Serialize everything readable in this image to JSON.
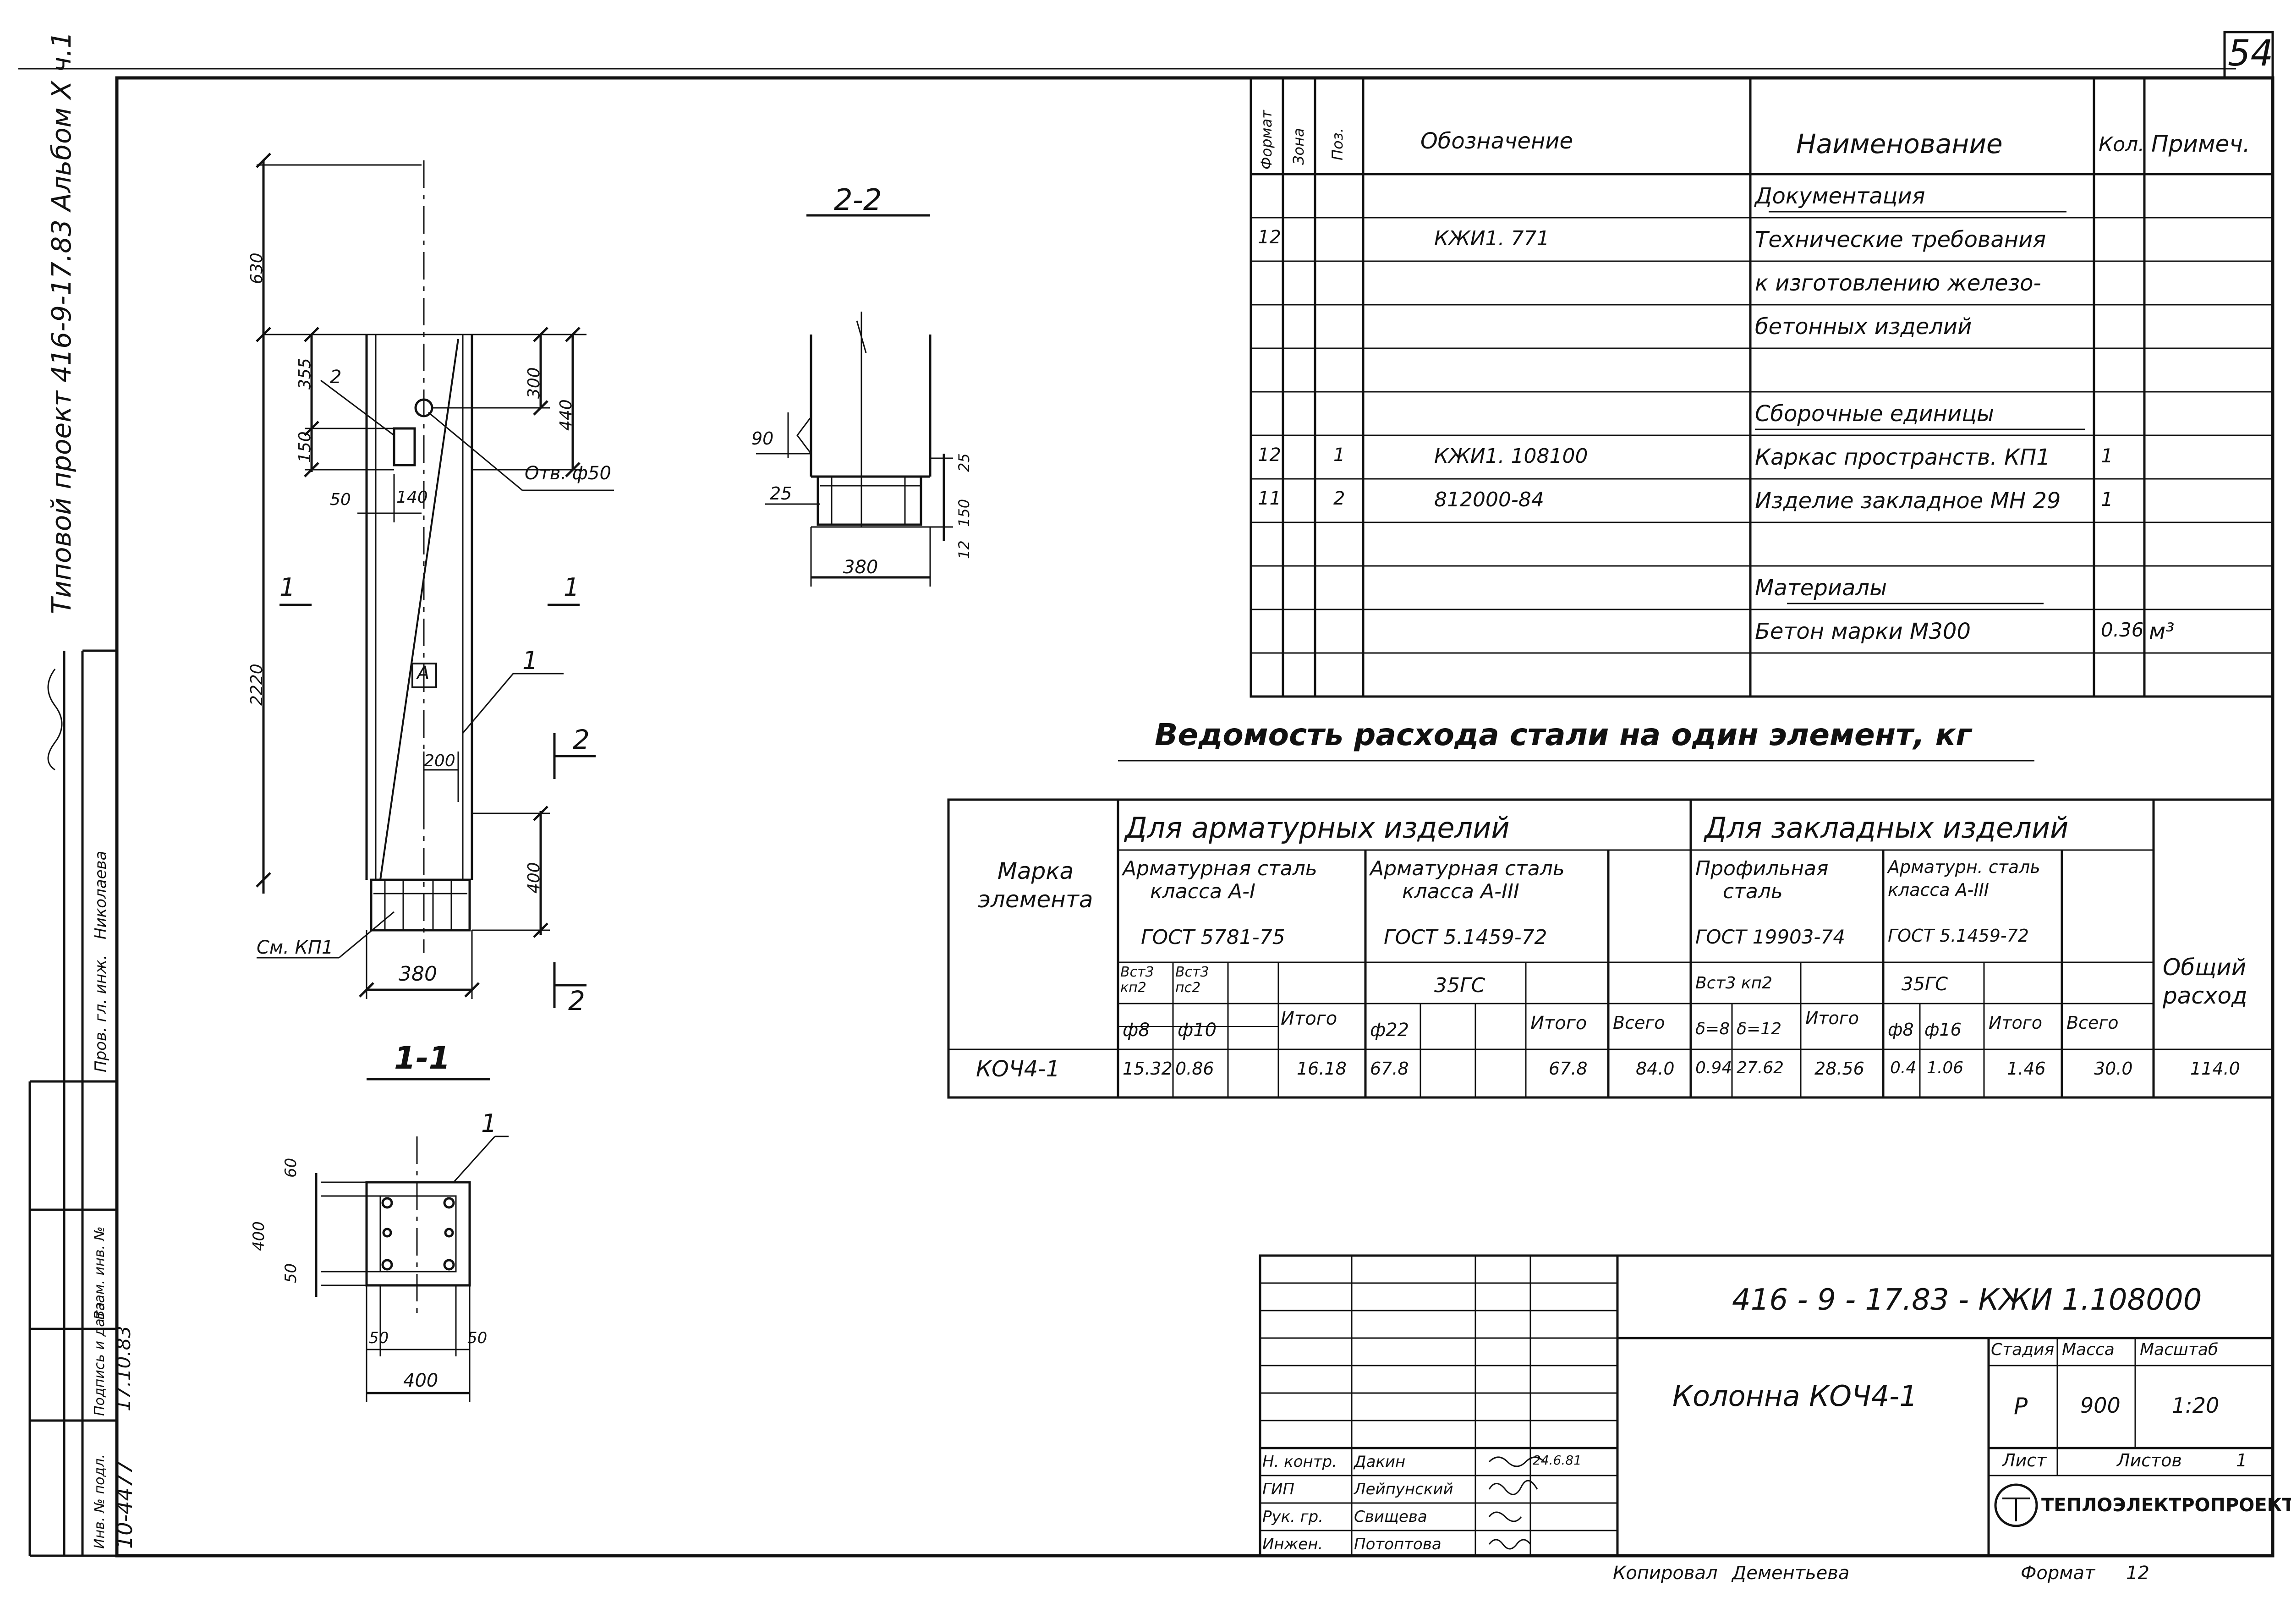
{
  "sheet_number": "54",
  "left_margin": {
    "project_label": "Типовой проект 416-9-17.83 Альбом Х ч.1",
    "checker_role": "Пров. гл. инж.",
    "checker_name": "Николаева",
    "stamp_labels": [
      "Инв. № подл.",
      "Подпись и дата",
      "Взам. инв. №"
    ],
    "inv_number": "10-4477",
    "sign_date": "17.10.83"
  },
  "drawing": {
    "section_22_title": "2-2",
    "section_11_title": "1-1",
    "view_dims": [
      "630",
      "355",
      "150",
      "50",
      "140",
      "300",
      "440",
      "2220",
      "200",
      "400",
      "380"
    ],
    "hole_label": "Отв. ф50",
    "pos_labels": [
      "2",
      "1",
      "1"
    ],
    "section_marks": [
      "1",
      "1",
      "2",
      "2"
    ],
    "node_label": "А",
    "kp_label": "См. КП1",
    "s22_dims": [
      "90",
      "25",
      "25",
      "150",
      "12",
      "380"
    ],
    "s11_dims": [
      "60",
      "400",
      "50",
      "50",
      "50",
      "400"
    ]
  },
  "spec": {
    "headers": [
      "Формат",
      "Зона",
      "Поз.",
      "Обозначение",
      "Наименование",
      "Кол.",
      "Примеч."
    ],
    "rows": [
      {
        "fmt": "",
        "zone": "",
        "pos": "",
        "designation": "",
        "name": "Документация",
        "qty": "",
        "note": ""
      },
      {
        "fmt": "12",
        "zone": "",
        "pos": "",
        "designation": "КЖИ1. 771",
        "name": "Технические требования",
        "qty": "",
        "note": ""
      },
      {
        "fmt": "",
        "zone": "",
        "pos": "",
        "designation": "",
        "name": "к изготовлению железо-",
        "qty": "",
        "note": ""
      },
      {
        "fmt": "",
        "zone": "",
        "pos": "",
        "designation": "",
        "name": "бетонных изделий",
        "qty": "",
        "note": ""
      },
      {
        "fmt": "",
        "zone": "",
        "pos": "",
        "designation": "",
        "name": "",
        "qty": "",
        "note": ""
      },
      {
        "fmt": "",
        "zone": "",
        "pos": "",
        "designation": "",
        "name": "Сборочные единицы",
        "qty": "",
        "note": ""
      },
      {
        "fmt": "12",
        "zone": "",
        "pos": "1",
        "designation": "КЖИ1. 108100",
        "name": "Каркас пространств. КП1",
        "qty": "1",
        "note": ""
      },
      {
        "fmt": "11",
        "zone": "",
        "pos": "2",
        "designation": "812000-84",
        "name": "Изделие закладное МН 29",
        "qty": "1",
        "note": ""
      },
      {
        "fmt": "",
        "zone": "",
        "pos": "",
        "designation": "",
        "name": "",
        "qty": "",
        "note": ""
      },
      {
        "fmt": "",
        "zone": "",
        "pos": "",
        "designation": "",
        "name": "Материалы",
        "qty": "",
        "note": ""
      },
      {
        "fmt": "",
        "zone": "",
        "pos": "",
        "designation": "",
        "name": "Бетон марки М300",
        "qty": "0.36",
        "note": "м³"
      },
      {
        "fmt": "",
        "zone": "",
        "pos": "",
        "designation": "",
        "name": "",
        "qty": "",
        "note": ""
      }
    ]
  },
  "steel": {
    "title": "Ведомость расхода стали на один элемент, кг",
    "mark_header": "Марка элемента",
    "group_a": "Для арматурных изделий",
    "group_b": "Для закладных изделий",
    "sub_a1": [
      "Арматурная сталь",
      "класса А-I",
      "ГОСТ 5781-75"
    ],
    "sub_a2": [
      "Арматурная сталь",
      "класса А-III",
      "ГОСТ 5.1459-72"
    ],
    "sub_b1": [
      "Профильная",
      "сталь",
      "ГОСТ 19903-74"
    ],
    "sub_b2": [
      "Арматурн. сталь",
      "класса А-III",
      "ГОСТ 5.1459-72"
    ],
    "grade_a1a": "Вст3 кп2",
    "grade_a1b": "Вст3 пс2",
    "grade_a2": "35ГС",
    "grade_b1": "Вст3 кп2",
    "grade_b2": "35ГС",
    "dia": {
      "a1a": "ф8",
      "a1b": "ф10",
      "a2": "ф22",
      "b1a": "δ=8",
      "b1b": "δ=12",
      "b2a": "ф8",
      "b2b": "ф16"
    },
    "itogo": "Итого",
    "vsego": "Всего",
    "total_header": "Общий расход",
    "row": {
      "mark": "КОЧ4-1",
      "a1a": "15.32",
      "a1b": "0.86",
      "a1_sum": "16.18",
      "a2": "67.8",
      "a2_sum": "67.8",
      "a_total": "84.0",
      "b1a": "0.94",
      "b1b": "27.62",
      "b1_sum": "28.56",
      "b2a": "0.4",
      "b2b": "1.06",
      "b2_sum": "1.46",
      "b_total": "30.0",
      "grand": "114.0"
    }
  },
  "title_block": {
    "code": "416 - 9 - 17.83 - КЖИ 1.108000",
    "name": "Колонна КОЧ4-1",
    "stage_h": "Стадия",
    "mass_h": "Масса",
    "scale_h": "Масштаб",
    "stage": "Р",
    "mass": "900",
    "scale": "1:20",
    "sheet_h": "Лист",
    "sheets_h": "Листов",
    "sheets": "1",
    "org": "ТЕПЛОЭЛЕКТРОПРОЕКТ",
    "roles": [
      {
        "role": "Н. контр.",
        "name": "Дакин",
        "date": "24.6.81"
      },
      {
        "role": "ГИП",
        "name": "Лейпунский",
        "date": ""
      },
      {
        "role": "Рук. гр.",
        "name": "Свищева",
        "date": ""
      },
      {
        "role": "Инжен.",
        "name": "Потоптова",
        "date": ""
      }
    ]
  },
  "footer": {
    "copied": "Копировал",
    "copier": "Дементьева",
    "format_label": "Формат",
    "format_value": "12"
  }
}
